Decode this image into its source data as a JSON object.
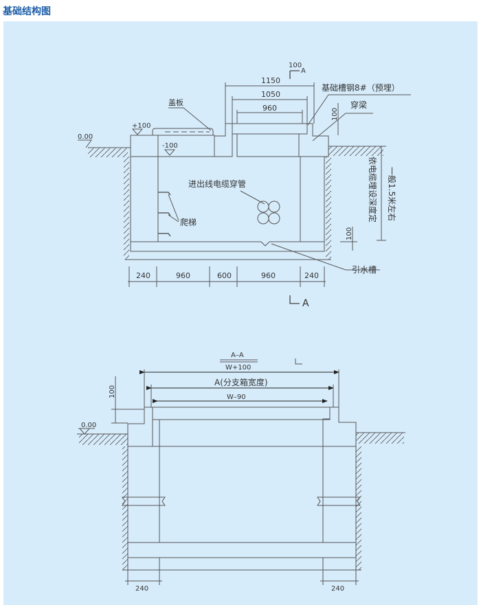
{
  "title": "基础结构图",
  "plan": {
    "section_mark_top": "100",
    "section_letter": "A",
    "dims_top": [
      "1150",
      "1050",
      "960"
    ],
    "label_channel": "基础槽钢8#（预埋）",
    "label_beam": "穿梁",
    "label_cover": "盖板",
    "level_plus": "+100",
    "level_zero": "0.00",
    "level_minus": "-100",
    "dim_100": "100",
    "label_cable": "进出线电缆穿管",
    "label_ladder": "爬梯",
    "label_depth1": "依电缆埋设深度定",
    "label_depth2": "一般1.5米左右",
    "dim_100_right": "100",
    "label_drain": "引水槽",
    "dims_bottom": [
      "240",
      "960",
      "600",
      "960",
      "240"
    ],
    "section_bottom": "A"
  },
  "section": {
    "title": "A–A",
    "dim_w100": "W+100",
    "dim_a": "A(分支箱宽度)",
    "dim_w90": "W–90",
    "dim_100": "100",
    "level_zero": "0.00",
    "dim_left": "240",
    "dim_right": "240"
  },
  "colors": {
    "background": "#d7ecfb",
    "title": "#1f5fa8"
  }
}
